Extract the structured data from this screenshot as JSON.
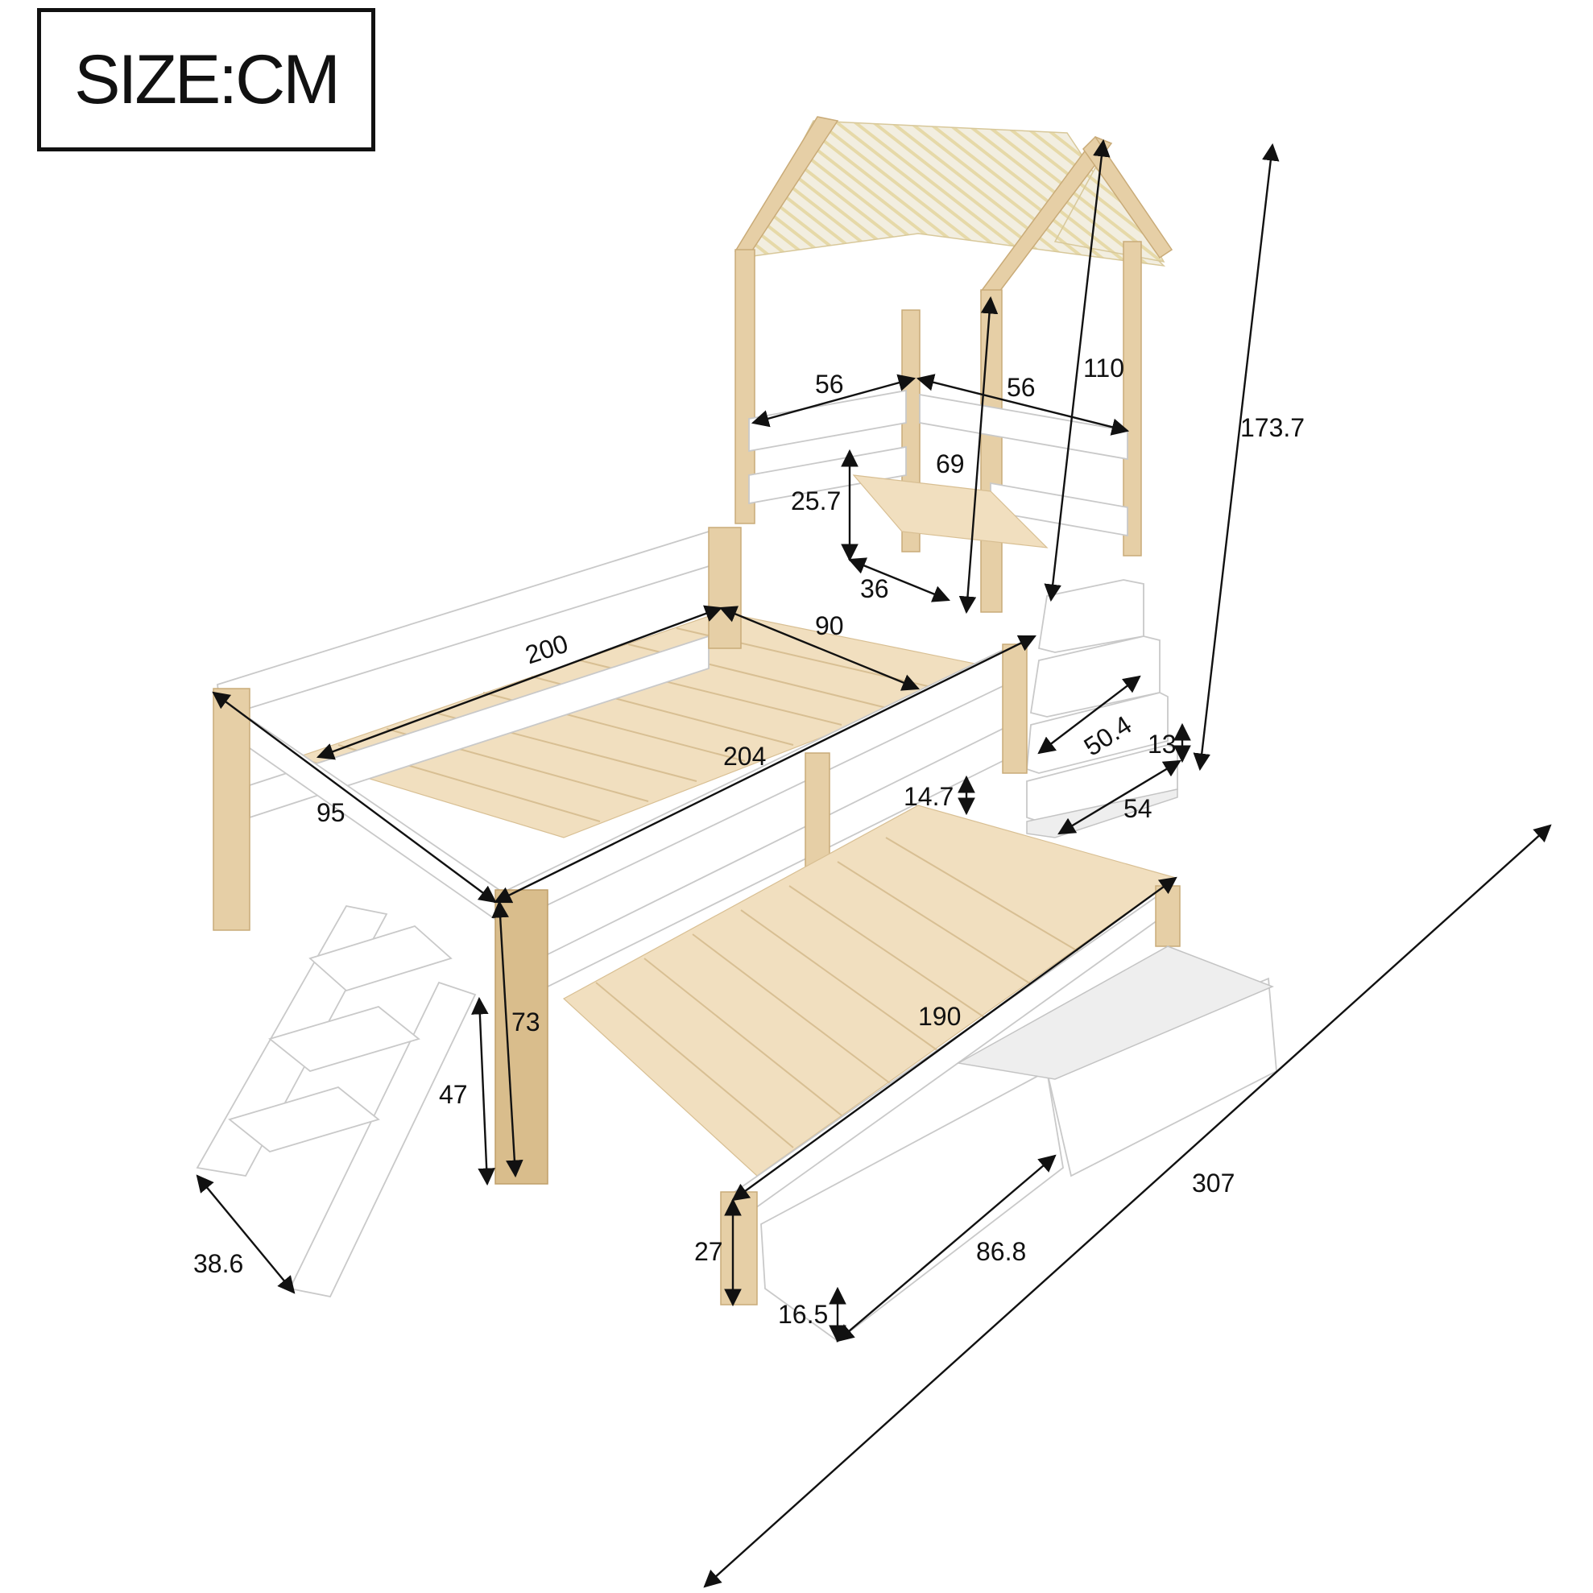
{
  "header": {
    "unit_label": "SIZE:CM"
  },
  "dimensions": {
    "roof_width_left": "56",
    "roof_width_right": "56",
    "house_height": "110",
    "total_height": "173.7",
    "house_post_height": "69",
    "upper_rail_height": "25.7",
    "platform_depth": "36",
    "bed_inner_width": "90",
    "bed_inner_length": "200",
    "bed_outer_length": "204",
    "bed_outer_width": "95",
    "drawer_step_width": "50.4",
    "drawer_step_height": "13",
    "stair_unit_depth": "54",
    "guard_rail_height": "14.7",
    "upper_bed_height": "73",
    "lower_bed_length": "190",
    "ladder_height": "47",
    "ladder_width": "38.6",
    "lower_bed_leg_height": "27",
    "drawer_length": "86.8",
    "drawer_height": "16.5",
    "total_length": "307"
  }
}
